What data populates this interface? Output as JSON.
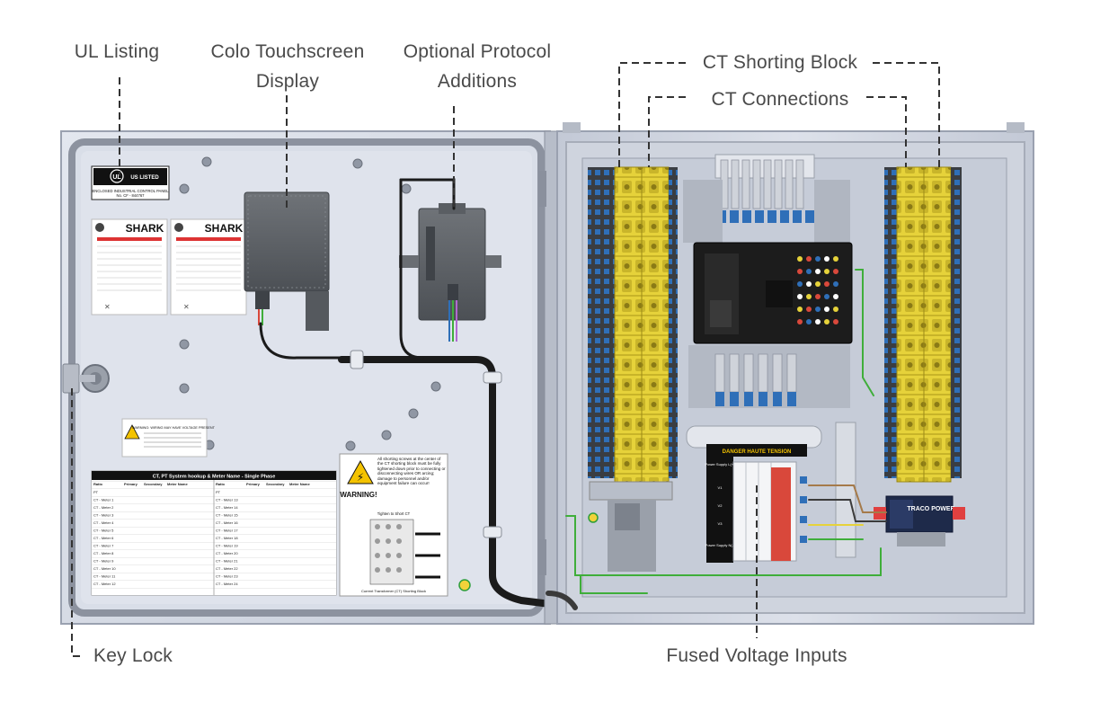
{
  "callouts": {
    "ul_listing": "UL Listing",
    "colo_display_line1": "Colo Touchscreen",
    "colo_display_line2": "Display",
    "protocol_line1": "Optional Protocol",
    "protocol_line2": "Additions",
    "ct_shorting_block": "CT Shorting Block",
    "ct_connections": "CT Connections",
    "key_lock": "Key Lock",
    "fused_voltage_inputs": "Fused Voltage Inputs"
  },
  "labels": {
    "ul_mark": "UL",
    "ul_listed": "US LISTED",
    "ul_panel_type": "ENCLOSED INDUSTRIAL CONTROL PANEL",
    "ul_file_no": "No. CF - 844767",
    "shark_brand": "SHARK",
    "warning_title": "WARNING!",
    "warning_header": "WARNING: WIRING MAY HAVE VOLTAGE PRESENT",
    "ct_table_title": "CT, PT System hookup & Meter Name - Single Phase",
    "ct_table_headers": [
      "Ratio",
      "Primary",
      "Secondary",
      "Meter Name",
      "Ratio",
      "Primary",
      "Secondary",
      "Meter Name"
    ],
    "ct_table_left_rows": [
      "PT",
      "CT - Meter 1",
      "CT - Meter 2",
      "CT - Meter 3",
      "CT - Meter 4",
      "CT - Meter 5",
      "CT - Meter 6",
      "CT - Meter 7",
      "CT - Meter 8",
      "CT - Meter 9",
      "CT - Meter 10",
      "CT - Meter 11",
      "CT - Meter 12"
    ],
    "ct_table_right_rows": [
      "PT",
      "CT - Meter 13",
      "CT - Meter 14",
      "CT - Meter 15",
      "CT - Meter 16",
      "CT - Meter 17",
      "CT - Meter 18",
      "CT - Meter 19",
      "CT - Meter 20",
      "CT - Meter 21",
      "CT - Meter 22",
      "CT - Meter 23",
      "CT - Meter 24"
    ],
    "shorting_note": "All shorting screws at the center of the CT shorting block must be fully tightened down prior to connecting or disconnecting wires OR arcing; damage to personnel and/or equipment failure can occur!",
    "shorting_tighten": "Tighten to Short CT",
    "shorting_caption": "Current Transformer (CT) Shorting Block",
    "traco_brand": "TRACO POWER",
    "danger_banner": "DANGER HAUTE TENSION",
    "fuse_labels": [
      "Power Supply L(+)",
      "V1",
      "V2",
      "V3",
      "Power Supply N(-)"
    ]
  },
  "colors": {
    "callout_text": "#4a4a4a",
    "leader_line": "#333333",
    "enclosure": "#d6dbe6",
    "enclosure_dark": "#a8afbe",
    "terminal_yellow": "#e6d23a",
    "terminal_blue": "#2f6fb8",
    "meter_black": "#1c1c1c",
    "breaker_red": "#d9483b",
    "wire_green": "#3fae3a"
  }
}
